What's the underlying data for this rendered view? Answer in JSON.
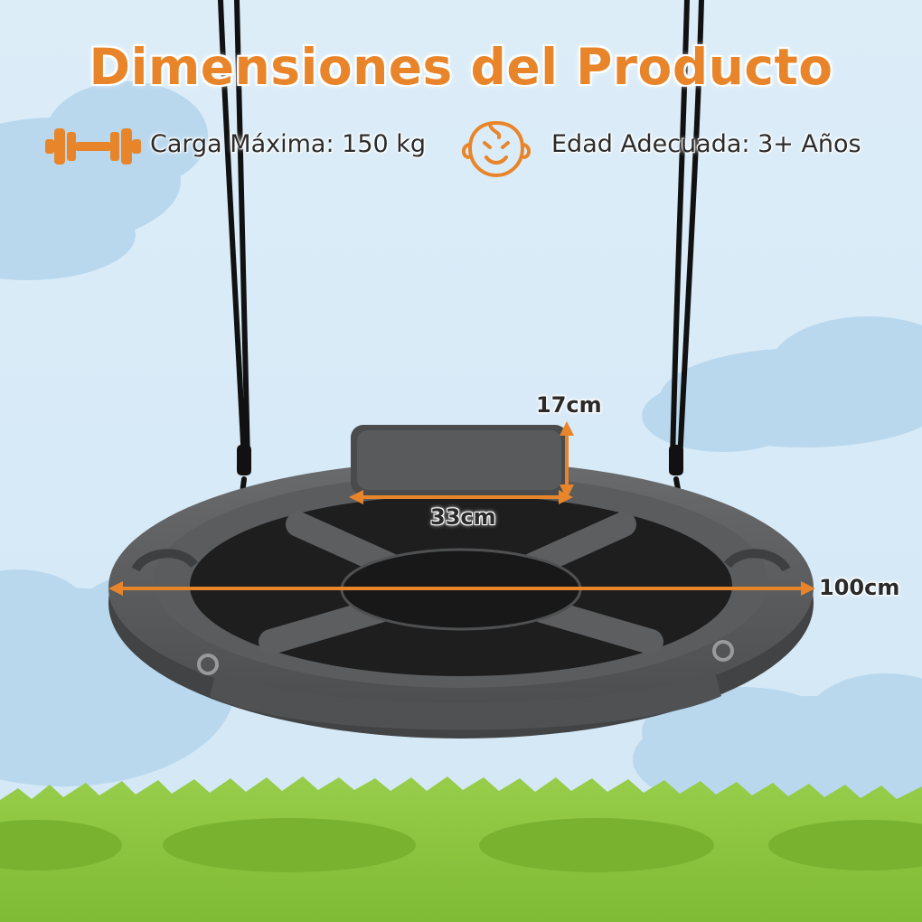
{
  "title": "Dimensiones del Producto",
  "specs": {
    "max_load": {
      "icon": "dumbbell-icon",
      "text": "Carga Máxima: 150 kg"
    },
    "age": {
      "icon": "baby-face-icon",
      "text": "Edad Adecuada: 3+ Años"
    }
  },
  "dimensions": {
    "height_label": "17cm",
    "pillow_width_label": "33cm",
    "diameter_label": "100cm"
  },
  "colors": {
    "accent": "#e8852a",
    "sky": "#d7eaf7",
    "cloud": "#b9d8ee",
    "grass": "#8cc63f",
    "seat": "#5b5c5e",
    "mesh": "#1e1e1e"
  }
}
